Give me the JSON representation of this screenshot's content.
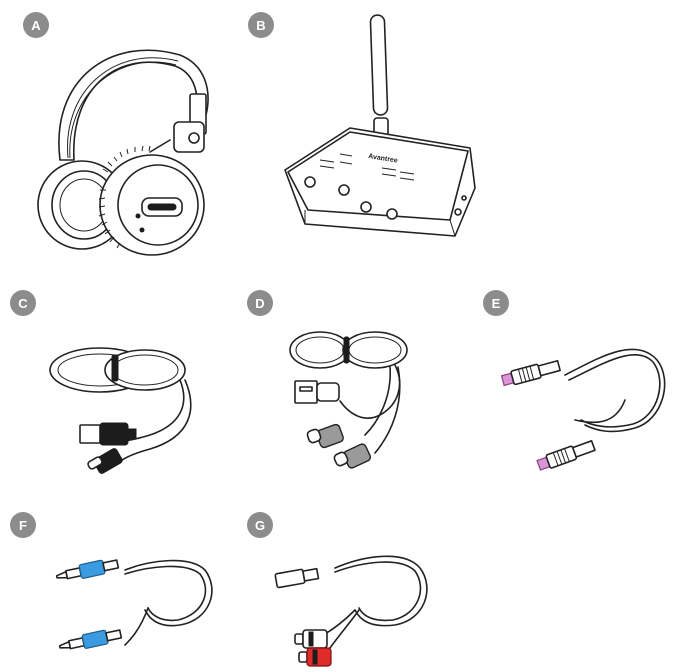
{
  "items": [
    {
      "key": "a",
      "letter": "A"
    },
    {
      "key": "b",
      "letter": "B",
      "brand_text": "Avantree"
    },
    {
      "key": "c",
      "letter": "C"
    },
    {
      "key": "d",
      "letter": "D"
    },
    {
      "key": "e",
      "letter": "E"
    },
    {
      "key": "f",
      "letter": "F"
    },
    {
      "key": "g",
      "letter": "G"
    }
  ],
  "colors": {
    "badge": "#8c8c8c",
    "stereo_plug": "#3a9be0",
    "optical_tip": "#d995d6",
    "rca_red": "#e02b2b",
    "usb_c_connector": "#9a9a9a"
  }
}
